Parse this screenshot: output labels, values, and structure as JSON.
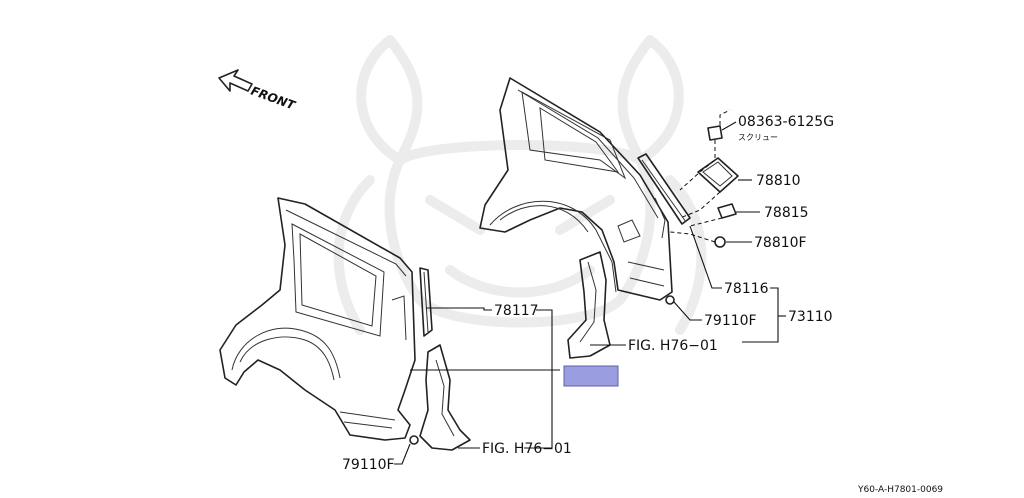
{
  "direction_label": "FRONT",
  "reference_code": "Y60-A-H7801-0069",
  "highlight_color": "#9a9ee0",
  "callouts": [
    {
      "id": "screw",
      "part_no": "08363-6125G",
      "sub": "スクリュー"
    },
    {
      "id": "lid",
      "part_no": "78810"
    },
    {
      "id": "bracket",
      "part_no": "78815"
    },
    {
      "id": "nut",
      "part_no": "78810F"
    },
    {
      "id": "inner_lh",
      "part_no": "78116"
    },
    {
      "id": "assy",
      "part_no": "73110"
    },
    {
      "id": "grommet_rh",
      "part_no": "79110F"
    },
    {
      "id": "fig_rh",
      "part_no": "FIG. H76−01"
    },
    {
      "id": "inner_rh",
      "part_no": "78117"
    },
    {
      "id": "fig_lh",
      "part_no": "FIG. H76−01"
    },
    {
      "id": "grommet_lh",
      "part_no": "79110F"
    }
  ]
}
